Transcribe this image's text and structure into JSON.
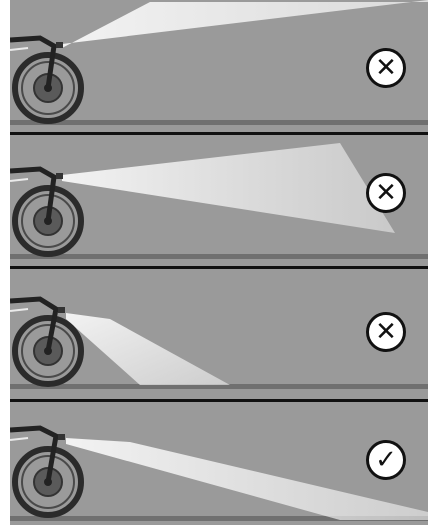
{
  "panels": [
    {
      "beam": "too-high",
      "verdict": "incorrect",
      "symbol": "✕"
    },
    {
      "beam": "slightly-high",
      "verdict": "incorrect",
      "symbol": "✕"
    },
    {
      "beam": "too-low",
      "verdict": "incorrect",
      "symbol": "✕"
    },
    {
      "beam": "correct",
      "verdict": "correct",
      "symbol": "✓"
    }
  ],
  "colors": {
    "background": "#9a9a9a",
    "road": "#6e6e6e",
    "beam": "#f2f2f2",
    "divider": "#111111",
    "badge_border": "#111111",
    "badge_fill": "#ffffff"
  },
  "icons": {
    "incorrect": "cross-circle-icon",
    "correct": "check-circle-icon"
  }
}
